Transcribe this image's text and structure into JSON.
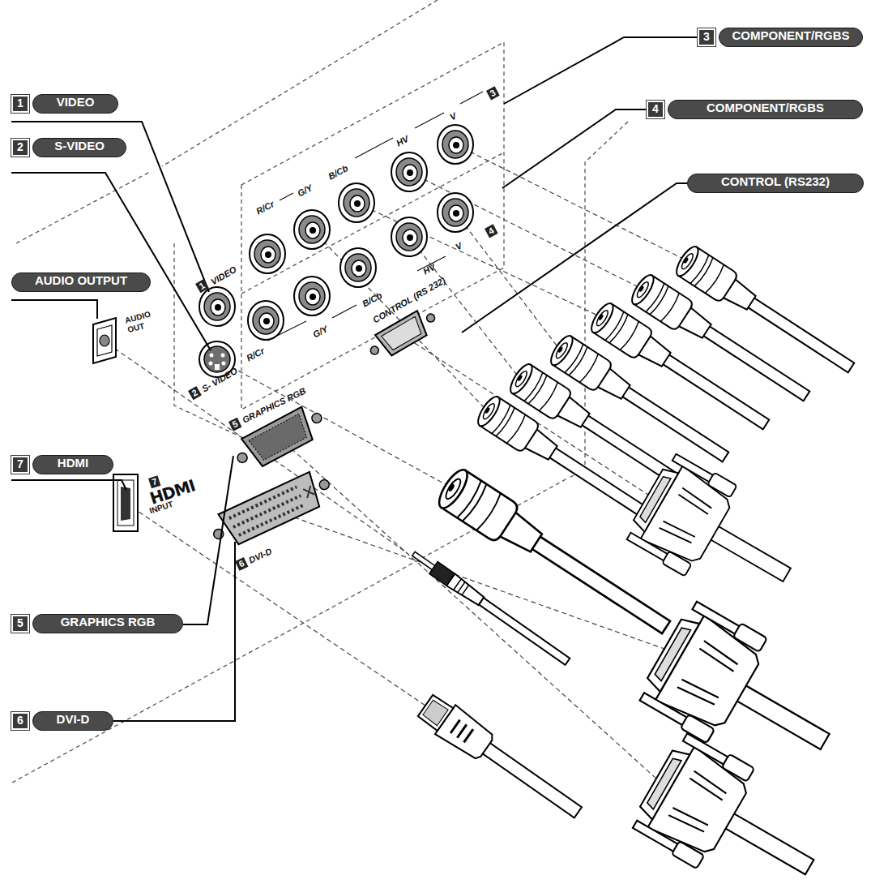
{
  "diagram": {
    "nodes": [
      {
        "text": [
          "1",
          "VIDEO"
        ]
      },
      {
        "text": [
          "2",
          "S-VIDEO"
        ]
      },
      {
        "text": [
          "3",
          "COMPONENT/RGBS"
        ]
      },
      {
        "text": [
          "4",
          "COMPONENT/RGBS"
        ]
      },
      {
        "text": [
          "CONTROL (RS232)"
        ]
      },
      {
        "text": [
          "AUDIO OUTPUT"
        ]
      },
      {
        "text": [
          "7",
          "HDMI"
        ]
      },
      {
        "text": [
          "5",
          "GRAPHICS RGB"
        ]
      },
      {
        "text": [
          "6",
          "DVI-D"
        ]
      }
    ],
    "labels": [
      "1",
      "VIDEO",
      "R/Cr",
      "G/Y",
      "B/Cb",
      "HV",
      "V",
      "3",
      "AUDIO OUT",
      "2",
      "S- VIDEO",
      "R/Cr",
      "G/Y",
      "B/Cb",
      "HV",
      "V",
      "4",
      "CONTROL (RS 232)",
      "5",
      "GRAPHICS RGB",
      "7",
      "HDMI",
      "INPUT",
      "6",
      "DVI-D"
    ]
  }
}
